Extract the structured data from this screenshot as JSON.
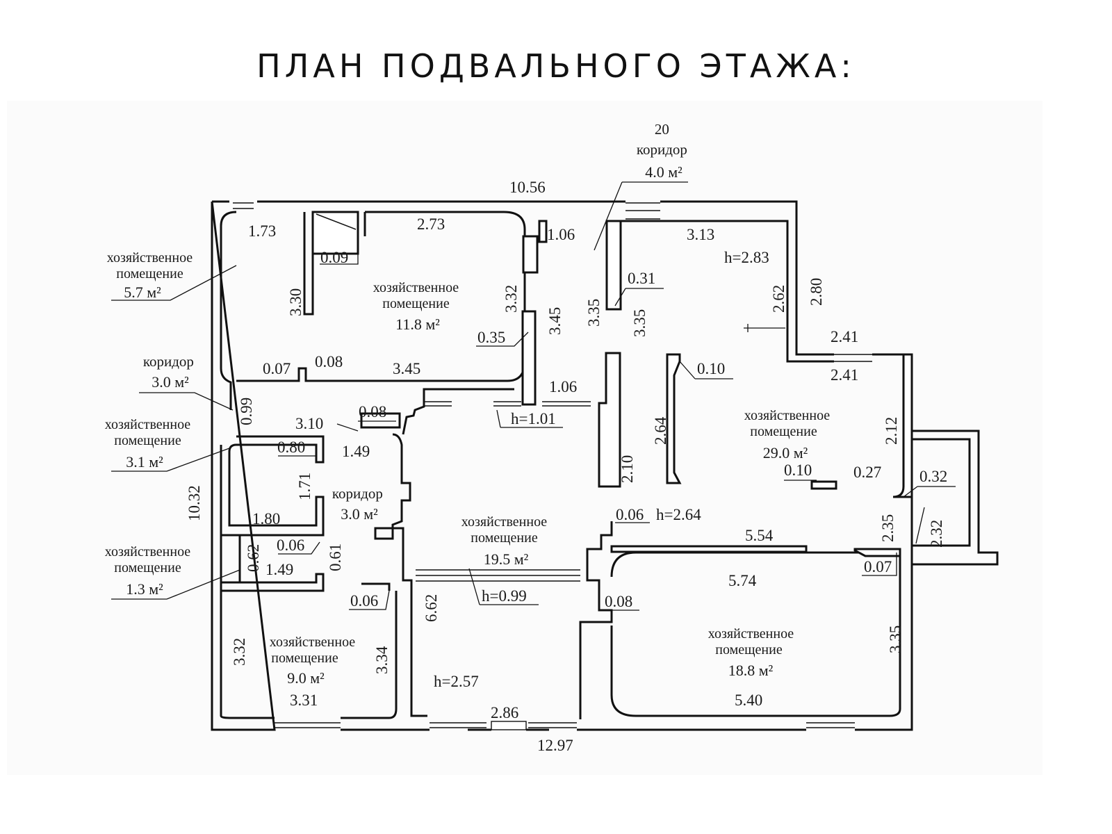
{
  "title": "ПЛАН ПОДВАЛЬНОГО ЭТАЖА:",
  "rooms": [
    {
      "lines": [
        "хозяйственное",
        "помещение",
        "5.7 м²"
      ]
    },
    {
      "lines": [
        "хозяйственное",
        "помещение",
        "11.8 м²"
      ]
    },
    {
      "lines": [
        "20",
        "коридор",
        "4.0 м²"
      ]
    },
    {
      "lines": [
        "коридор",
        "3.0 м²"
      ]
    },
    {
      "lines": [
        "хозяйственное",
        "помещение",
        "3.1 м²"
      ]
    },
    {
      "lines": [
        "коридор",
        "3.0 м²"
      ]
    },
    {
      "lines": [
        "хозяйственное",
        "помещение",
        "1.3 м²"
      ]
    },
    {
      "lines": [
        "хозяйственное",
        "помещение",
        "9.0 м²"
      ]
    },
    {
      "lines": [
        "хозяйственное",
        "помещение",
        "19.5 м²"
      ]
    },
    {
      "lines": [
        "хозяйственное",
        "помещение",
        "29.0 м²"
      ]
    },
    {
      "lines": [
        "хозяйственное",
        "помещение",
        "18.8 м²"
      ]
    }
  ],
  "dimensions": [
    "10.56",
    "1.73",
    "2.73",
    "1.06",
    "3.13",
    "h=2.83",
    "0.09",
    "3.30",
    "3.32",
    "3.45",
    "3.35",
    "3.35",
    "0.31",
    "2.62",
    "2.80",
    "0.35",
    "0.07",
    "0.08",
    "3.45",
    "2.41",
    "2.41",
    "0.10",
    "0.99",
    "1.06",
    "h=1.01",
    "0.08",
    "3.10",
    "1.49",
    "0.80",
    "2.64",
    "2.12",
    "2.10",
    "1.71",
    "0.10",
    "0.27",
    "0.32",
    "10.32",
    "1.80",
    "0.06",
    "h=2.64",
    "2.35",
    "2.32",
    "0.62",
    "0.06",
    "0.61",
    "5.54",
    "1.49",
    "0.07",
    "5.74",
    "0.06",
    "h=0.99",
    "0.08",
    "6.62",
    "3.32",
    "3.34",
    "3.35",
    "h=2.57",
    "3.31",
    "2.86",
    "5.40",
    "12.97"
  ]
}
